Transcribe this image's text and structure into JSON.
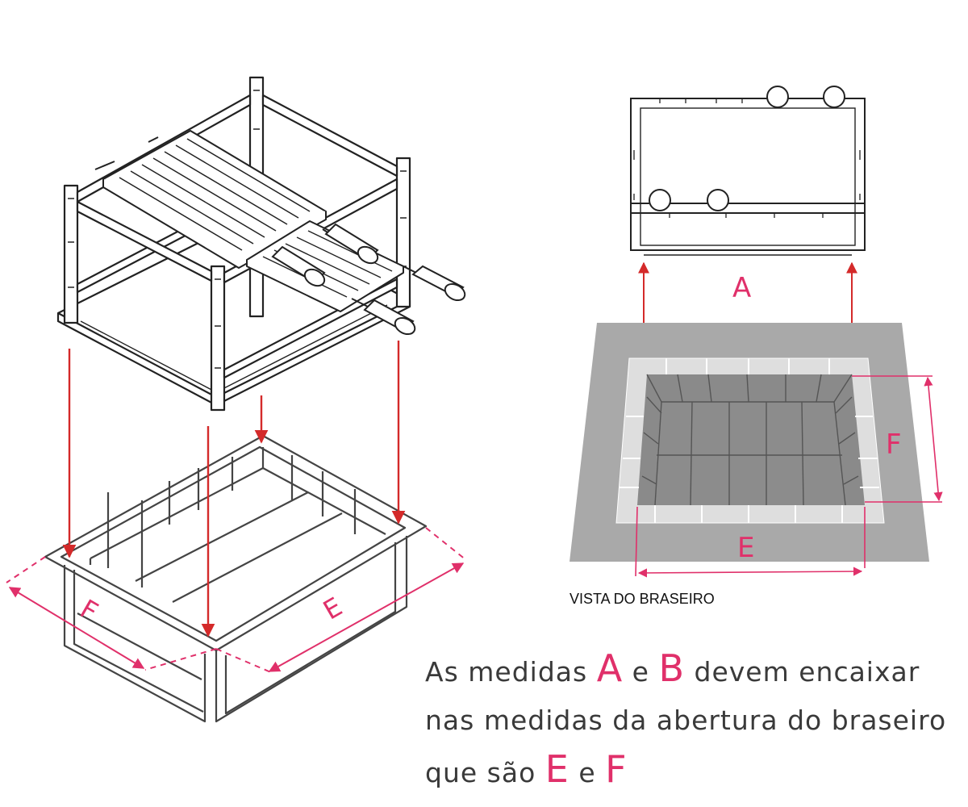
{
  "labels": {
    "top_a": "A",
    "plan_e": "E",
    "plan_f": "F",
    "iso_f": "F",
    "iso_e": "E"
  },
  "caption": "VISTA DO BRASEIRO",
  "note": {
    "l1_a": "As medidas ",
    "l1_b": "A",
    "l1_c": " e ",
    "l1_d": "B",
    "l1_e": " devem encaixar",
    "l2": "nas medidas da abertura do braseiro",
    "l3_a": "que são ",
    "l3_b": "E",
    "l3_c": " e ",
    "l3_d": "F"
  },
  "colors": {
    "accent": "#e0306a",
    "arrow": "#d42a2a",
    "line": "#222222",
    "slab": "#a9a9a9",
    "pit": "#8a8a8a",
    "rim": "#dedede"
  }
}
